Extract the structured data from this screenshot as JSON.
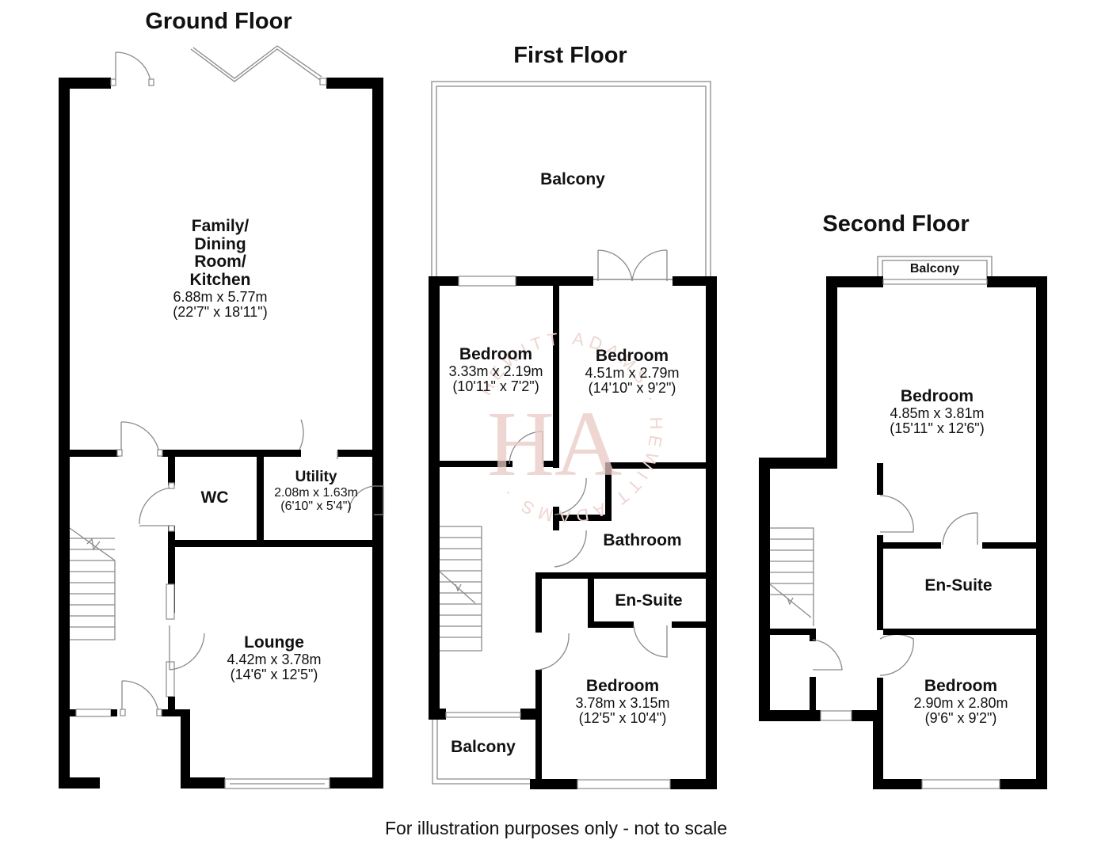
{
  "floors": {
    "ground": {
      "title": "Ground Floor",
      "rooms": {
        "family": {
          "name_lines": [
            "Family/",
            "Dining",
            "Room/",
            "Kitchen"
          ],
          "metric": "6.88m x 5.77m",
          "imperial": "(22'7\" x 18'11\")"
        },
        "wc": {
          "name": "WC"
        },
        "utility": {
          "name": "Utility",
          "metric": "2.08m x 1.63m",
          "imperial": "(6'10\" x 5'4\")"
        },
        "lounge": {
          "name": "Lounge",
          "metric": "4.42m x 3.78m",
          "imperial": "(14'6\" x 12'5\")"
        }
      }
    },
    "first": {
      "title": "First Floor",
      "rooms": {
        "balcony_rear": {
          "name": "Balcony"
        },
        "bedroom_a": {
          "name": "Bedroom",
          "metric": "3.33m x 2.19m",
          "imperial": "(10'11\" x 7'2\")"
        },
        "bedroom_b": {
          "name": "Bedroom",
          "metric": "4.51m x 2.79m",
          "imperial": "(14'10\" x 9'2\")"
        },
        "bathroom": {
          "name": "Bathroom"
        },
        "ensuite": {
          "name": "En-Suite"
        },
        "bedroom_c": {
          "name": "Bedroom",
          "metric": "3.78m x 3.15m",
          "imperial": "(12'5\" x 10'4\")"
        },
        "balcony_front": {
          "name": "Balcony"
        }
      }
    },
    "second": {
      "title": "Second Floor",
      "rooms": {
        "balcony": {
          "name": "Balcony"
        },
        "bedroom_a": {
          "name": "Bedroom",
          "metric": "4.85m x 3.81m",
          "imperial": "(15'11\" x 12'6\")"
        },
        "ensuite": {
          "name": "En-Suite"
        },
        "bedroom_b": {
          "name": "Bedroom",
          "metric": "2.90m x 2.80m",
          "imperial": "(9'6\" x 9'2\")"
        }
      }
    }
  },
  "watermark": {
    "monogram": "HA",
    "ring_text": "HEWITT ADAMS · HEWITT ADAMS ·",
    "color": "#e8c9c4"
  },
  "colors": {
    "wall": "#000000",
    "line": "#8a8a8a",
    "text": "#111111"
  },
  "footer": {
    "disclaimer": "For illustration purposes only - not to scale"
  }
}
